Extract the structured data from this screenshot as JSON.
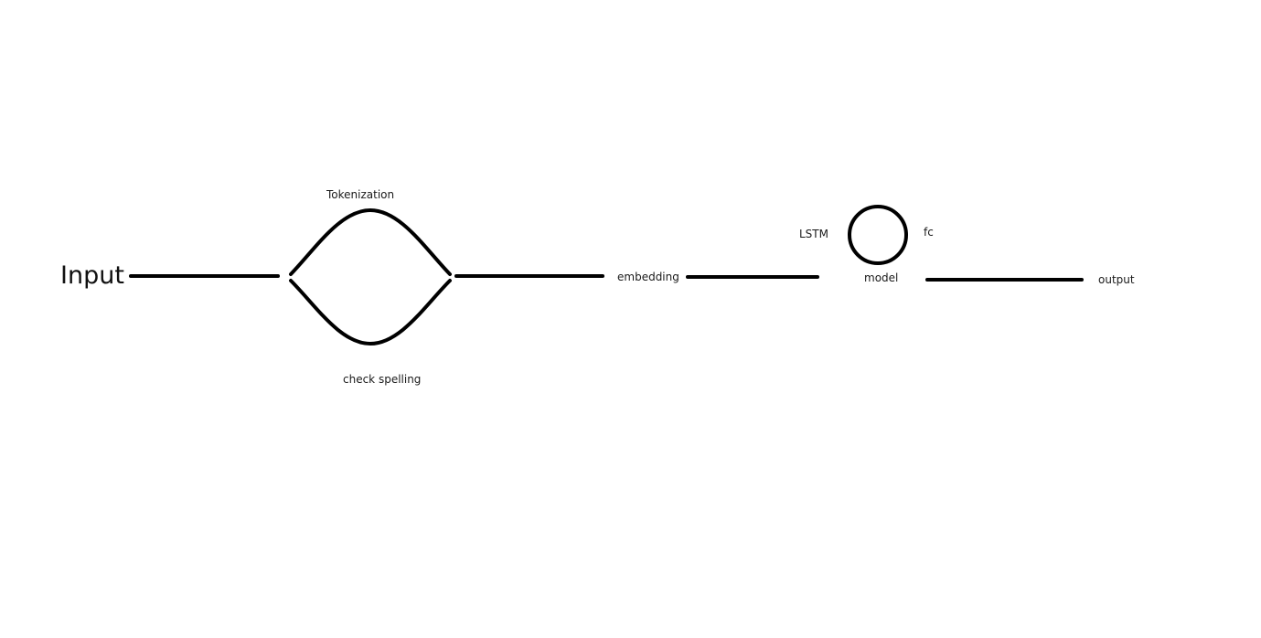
{
  "diagram": {
    "labels": {
      "input": "Input",
      "tokenization": "Tokenization",
      "check_spelling": "check spelling",
      "embedding": "embedding",
      "lstm": "LSTM",
      "fc": "fc",
      "model": "model",
      "output": "output"
    },
    "stroke_color": "#000000",
    "background": "#ffffff"
  }
}
